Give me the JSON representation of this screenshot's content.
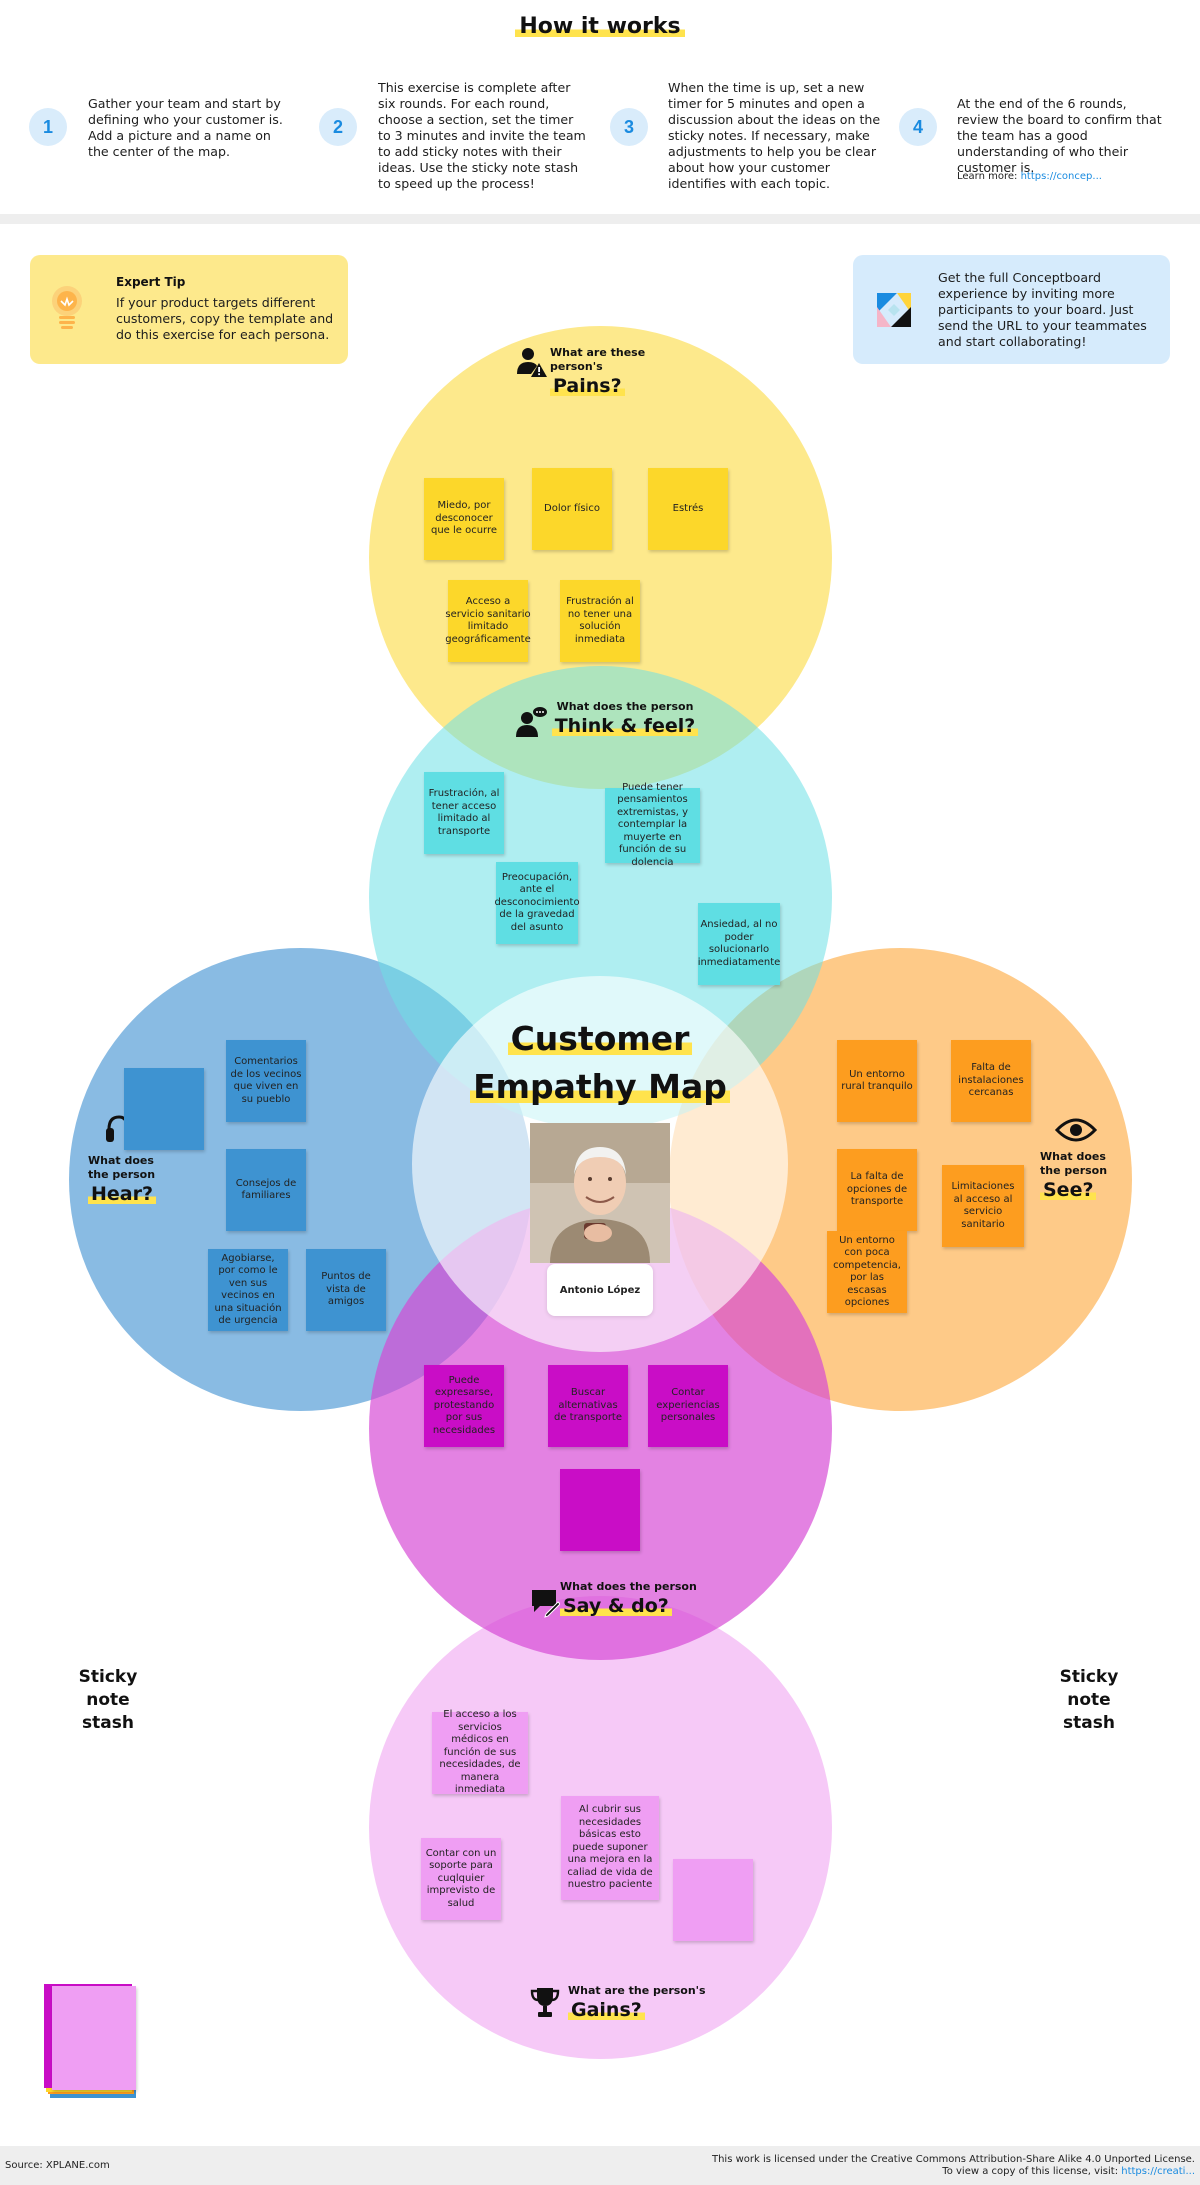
{
  "how_it_works": {
    "title": "How it works",
    "steps": [
      {
        "number": "1",
        "text": "Gather your team and start by defining who your customer is. Add a picture and a name on the center of the map."
      },
      {
        "number": "2",
        "text": "This exercise is complete after six rounds. For each round, choose a section, set the timer to 3 minutes and invite the team to add sticky notes with their ideas. Use the sticky note stash to speed up the process!"
      },
      {
        "number": "3",
        "text": "When the time is up, set a new timer for 5 minutes and open a discussion about the ideas on the sticky notes. If necessary, make adjustments to help you be clear about how your customer identifies with each topic."
      },
      {
        "number": "4",
        "text": "At the end of the 6 rounds, review the board to confirm that the team has a good understanding of who their customer is."
      }
    ],
    "learn_more_label": "Learn more:",
    "learn_more_link": "https://concep..."
  },
  "expert_tip": {
    "title": "Expert Tip",
    "text": "If your product targets different customers, copy the template and do this exercise for each persona."
  },
  "conceptboard_box": {
    "text": "Get the full Conceptboard experience by inviting more participants to your board. Just send the URL to your teammates and start collaborating!"
  },
  "map": {
    "title_line1": "Customer",
    "title_line2": "Empathy Map",
    "persona_name": "Antonio López",
    "colors": {
      "pains": "#fde98c",
      "think_feel": "#ace9ef",
      "hear": "#8bbde2",
      "see": "#fdd08a",
      "say_do": "#e47fe2",
      "gains": "#f6c9f7",
      "accent_highlight": "#ffe34d"
    },
    "sections": {
      "pains": {
        "small": "What are these person's",
        "big": "Pains?",
        "icon": "person-warning-icon",
        "notes": [
          "Miedo, por desconocer que le ocurre",
          "Dolor físico",
          "Estrés",
          "Acceso a servicio sanitario limitado geográficamente",
          "Frustración al no tener una solución inmediata"
        ]
      },
      "think_feel": {
        "small": "What does the person",
        "big": "Think & feel?",
        "icon": "person-thought-icon",
        "notes": [
          "Frustración, al tener acceso limitado al transporte",
          "Puede tener pensamientos extremistas, y contemplar la muyerte en función de su dolencia",
          "Preocupación, ante el desconocimiento de la gravedad del asunto",
          "Ansiedad, al no poder solucionarlo inmediatamente"
        ]
      },
      "hear": {
        "small_line1": "What does",
        "small_line2": "the person",
        "big": "Hear?",
        "icon": "headphones-icon",
        "notes": [
          "Comentarios de los vecinos que viven en su pueblo",
          "Consejos de familiares",
          "Agobiarse, por como le ven sus vecinos en una situación de urgencia",
          "Puntos de vista de amigos"
        ]
      },
      "see": {
        "small_line1": "What does",
        "small_line2": "the person",
        "big": "See?",
        "icon": "eye-icon",
        "notes": [
          "Un entorno rural tranquilo",
          "Falta de instalaciones cercanas",
          "La falta de opciones de transporte",
          "Limitaciones al acceso al servicio sanitario",
          "Un entorno con poca competencia, por las escasas opciones"
        ]
      },
      "say_do": {
        "small": "What does the person",
        "big": "Say & do?",
        "icon": "speech-pencil-icon",
        "notes": [
          "Puede expresarse, protestando por sus necesidades",
          "Buscar alternativas de transporte",
          "Contar experiencias personales"
        ]
      },
      "gains": {
        "small": "What are the person's",
        "big": "Gains?",
        "icon": "trophy-icon",
        "notes": [
          "El acceso a los servicios médicos en función de sus necesidades, de manera inmediata",
          "Al cubrir sus necesidades básicas esto puede suponer una mejora en la caliad de vida de nuestro paciente",
          "Contar con un soporte para cuqlquier imprevisto de salud"
        ]
      }
    },
    "stash_label_line1": "Sticky",
    "stash_label_line2": "note",
    "stash_label_line3": "stash"
  },
  "footer": {
    "source": "Source: XPLANE.com",
    "license_line1": "This work is licensed under the Creative Commons Attribution-Share Alike 4.0 Unported License.",
    "license_line2": "To view a copy of this license, visit:",
    "license_link": "https://creati..."
  }
}
